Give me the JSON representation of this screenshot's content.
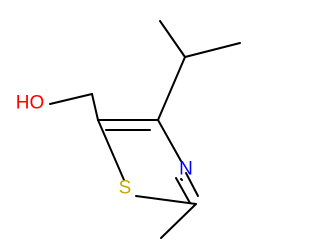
{
  "structure": {
    "atoms": {
      "hydroxyl": {
        "text": "HO",
        "color": "#ff0000"
      },
      "sulfur": {
        "text": "S",
        "color": "#c8a800"
      },
      "nitrogen": {
        "text": "N",
        "color": "#0000ff"
      }
    },
    "bond_color": "#000000"
  }
}
